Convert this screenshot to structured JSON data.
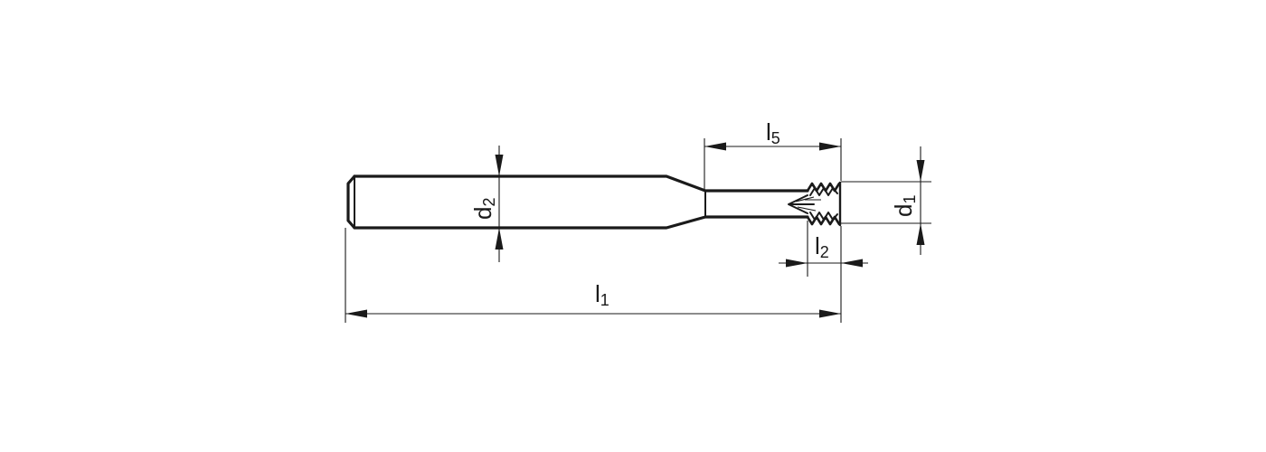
{
  "dimensions": {
    "l1": {
      "main": "l",
      "sub": "1"
    },
    "l2": {
      "main": "l",
      "sub": "2"
    },
    "l5": {
      "main": "l",
      "sub": "5"
    },
    "d1": {
      "main": "d",
      "sub": "1"
    },
    "d2": {
      "main": "d",
      "sub": "2"
    }
  }
}
